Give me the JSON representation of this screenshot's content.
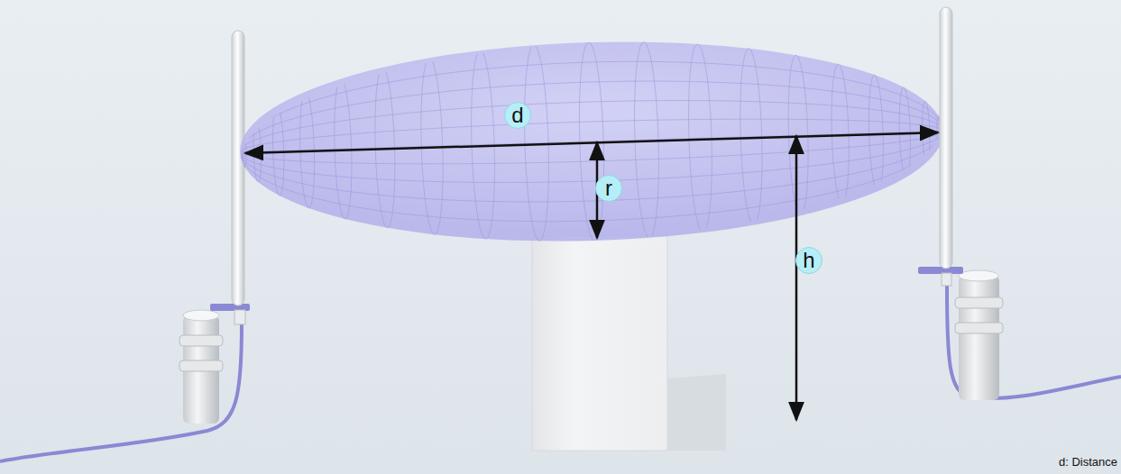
{
  "diagram": {
    "nodes": [
      {
        "text": [
          "d"
        ]
      },
      {
        "text": [
          "r"
        ]
      },
      {
        "text": [
          "h"
        ]
      }
    ],
    "labels": [
      "d: Distance"
    ]
  }
}
